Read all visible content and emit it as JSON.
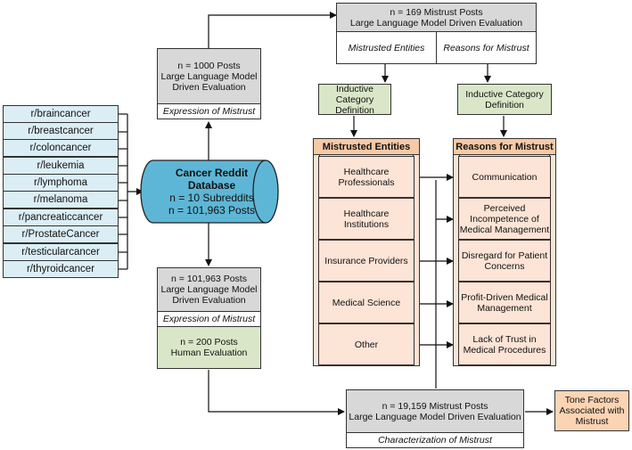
{
  "subreddits": [
    "r/braincancer",
    "r/breastcancer",
    "r/coloncancer",
    "r/leukemia",
    "r/lymphoma",
    "r/melanoma",
    "r/pancreaticcancer",
    "r/ProstateCancer",
    "r/testicularcancer",
    "r/thyroidcancer"
  ],
  "database": {
    "title_line1": "Cancer Reddit",
    "title_line2": "Database",
    "line3": "n = 10 Subreddits",
    "line4": "n = 101,963 Posts"
  },
  "top_eval": {
    "line1": "n = 1000 Posts",
    "line2": "Large Language Model",
    "line3": "Driven Evaluation",
    "label": "Expression of Mistrust"
  },
  "bottom_eval": {
    "line1": "n = 101,963 Posts",
    "line2": "Large Language Model",
    "line3": "Driven Evaluation",
    "label": "Expression of Mistrust"
  },
  "human_eval": {
    "line1": "n = 200 Posts",
    "line2": "Human Evaluation"
  },
  "mistrust_eval": {
    "line1": "n = 169 Mistrust Posts",
    "line2": "Large Language Model Driven Evaluation",
    "left_label": "Mistrusted Entities",
    "right_label": "Reasons for Mistrust"
  },
  "inductive": {
    "line1": "Inductive Category",
    "line2": "Definition"
  },
  "entities": {
    "header": "Mistrusted Entities",
    "items": [
      {
        "l1": "Healthcare",
        "l2": "Professionals",
        "l3": ""
      },
      {
        "l1": "Healthcare",
        "l2": "Institutions",
        "l3": ""
      },
      {
        "l1": "Insurance Providers",
        "l2": "",
        "l3": ""
      },
      {
        "l1": "Medical Science",
        "l2": "",
        "l3": ""
      },
      {
        "l1": "Other",
        "l2": "",
        "l3": ""
      }
    ]
  },
  "reasons": {
    "header": "Reasons for Mistrust",
    "items": [
      {
        "l1": "Communication",
        "l2": "",
        "l3": ""
      },
      {
        "l1": "Perceived",
        "l2": "Incompetence of",
        "l3": "Medical Management"
      },
      {
        "l1": "Disregard for Patient",
        "l2": "Concerns",
        "l3": ""
      },
      {
        "l1": "Profit-Driven Medical",
        "l2": "Management",
        "l3": ""
      },
      {
        "l1": "Lack of Trust in",
        "l2": "Medical Procedures",
        "l3": ""
      }
    ]
  },
  "final_eval": {
    "line1": "n = 19,159 Mistrust Posts",
    "line2": "Large Language Model Driven Evaluation",
    "label": "Characterization of Mistrust"
  },
  "tone": {
    "line1": "Tone Factors",
    "line2": "Associated with",
    "line3": "Mistrust"
  }
}
